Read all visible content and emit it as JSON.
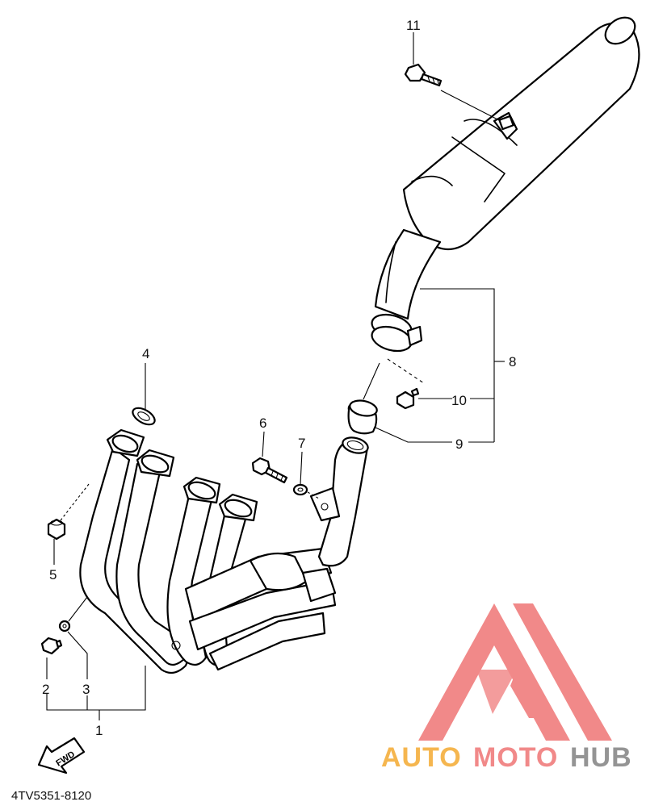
{
  "diagram": {
    "code": "4TV5351-8120",
    "fwd_label": "FWD",
    "callouts": [
      "1",
      "2",
      "3",
      "4",
      "5",
      "6",
      "7",
      "8",
      "9",
      "10",
      "11"
    ]
  },
  "watermark": {
    "part1": "AUTO",
    "part2": "MOTO",
    "part3": "HUB",
    "colors": {
      "orange": "#F5B041",
      "red": "#F08080",
      "gray": "#8C8C8C"
    }
  }
}
